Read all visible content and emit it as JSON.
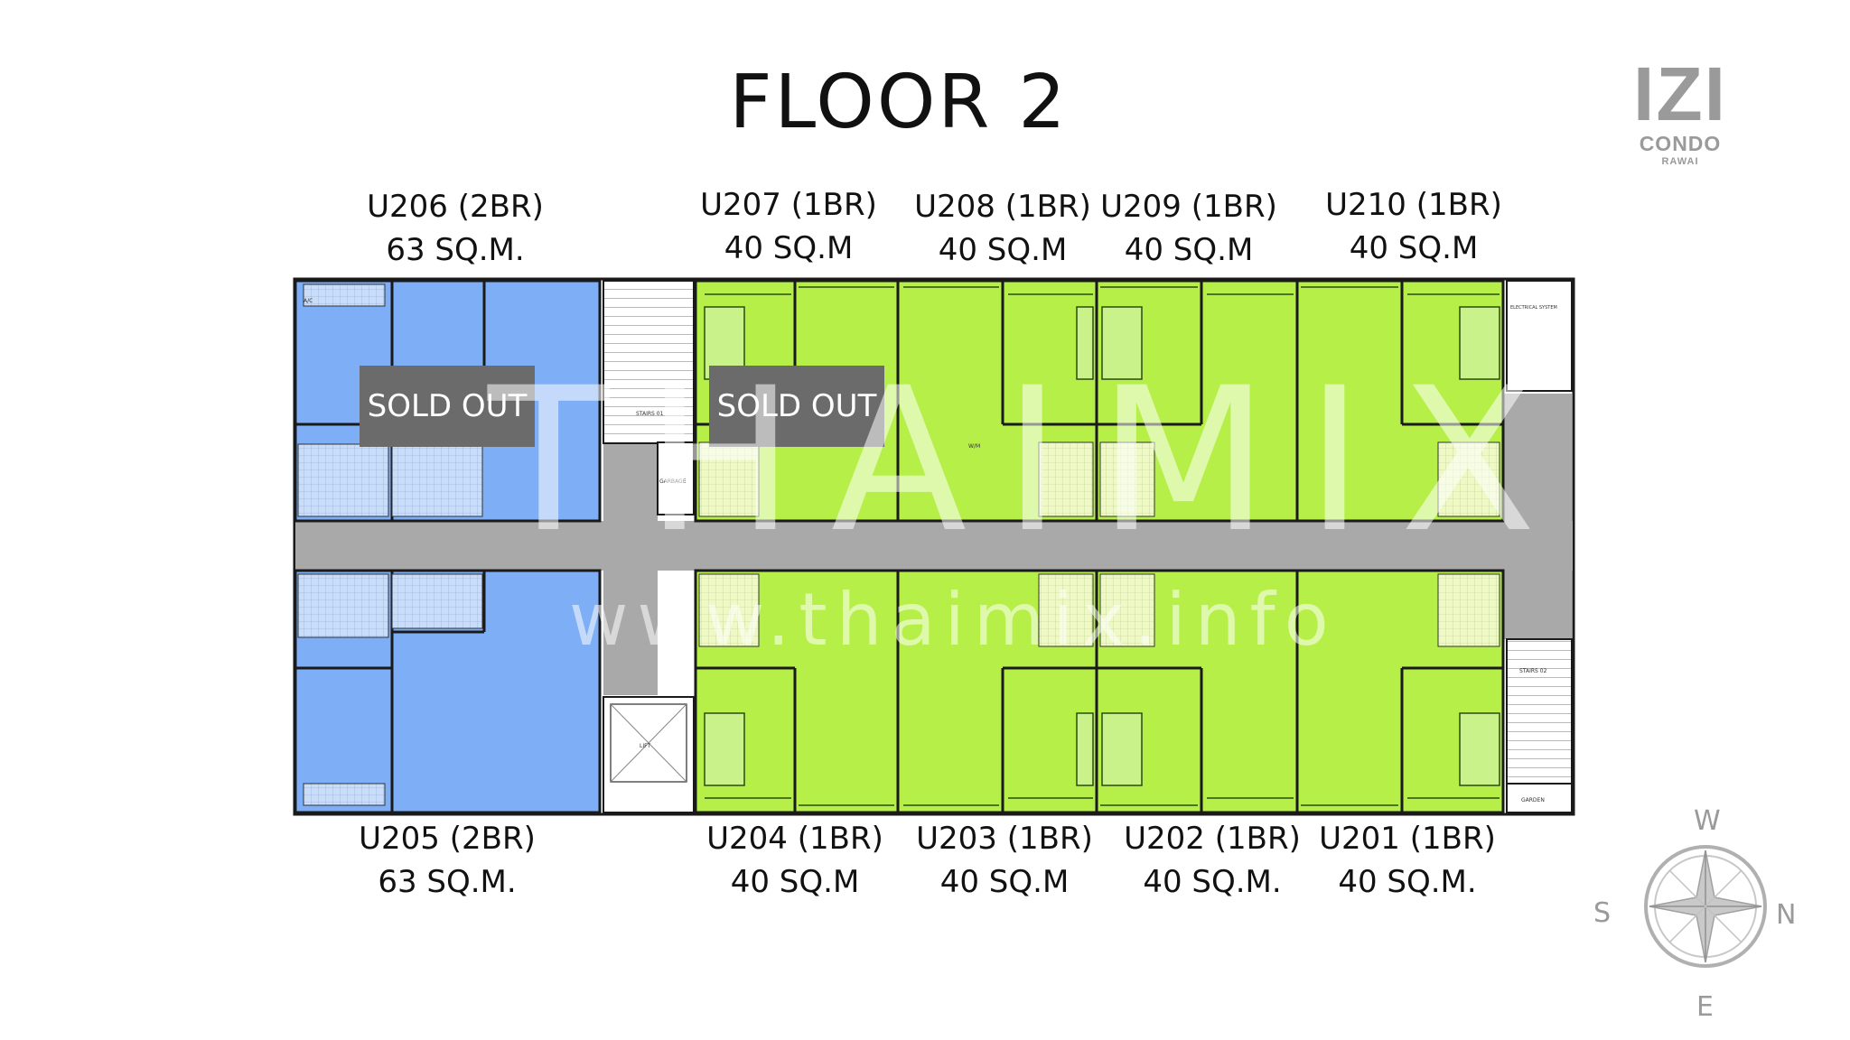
{
  "title": "FLOOR 2",
  "logo": {
    "name": "IZI",
    "line2": "CONDO",
    "line3": "RAWAI"
  },
  "units_top": [
    {
      "id": "U206 (2BR)",
      "area": "63 SQ.M."
    },
    {
      "id": "U207 (1BR)",
      "area": "40 SQ.M"
    },
    {
      "id": "U208 (1BR)",
      "area": "40 SQ.M"
    },
    {
      "id": "U209 (1BR)",
      "area": "40 SQ.M"
    },
    {
      "id": "U210 (1BR)",
      "area": "40 SQ.M"
    }
  ],
  "units_bottom": [
    {
      "id": "U205 (2BR)",
      "area": "63 SQ.M."
    },
    {
      "id": "U204 (1BR)",
      "area": "40 SQ.M"
    },
    {
      "id": "U203 (1BR)",
      "area": "40 SQ.M"
    },
    {
      "id": "U202 (1BR)",
      "area": "40 SQ.M."
    },
    {
      "id": "U201 (1BR)",
      "area": "40 SQ.M."
    }
  ],
  "sold_out": [
    "SOLD OUT",
    "SOLD OUT"
  ],
  "plan_labels": {
    "stairs1": "STAIRS 01",
    "stairs2": "STAIRS 02",
    "garbage": "GARBAGE",
    "electrical": "ELECTRICAL SYSTEM",
    "garden": "GARDEN",
    "lift": "LIFT",
    "ac": "A/C",
    "wm": "W/M"
  },
  "watermark": {
    "brand": "THAIMIX",
    "url": "www.thaimix.info"
  },
  "compass": {
    "top": "W",
    "left": "S",
    "right": "N",
    "bottom": "E"
  },
  "colors": {
    "two_bedroom": "#7eaef5",
    "one_bedroom": "#b6ef48",
    "bathroom": "#e6f7b0",
    "corridor": "#a9a9a9",
    "wall": "#1a1a1a",
    "sold_out_bg": "#6b6b6b"
  }
}
